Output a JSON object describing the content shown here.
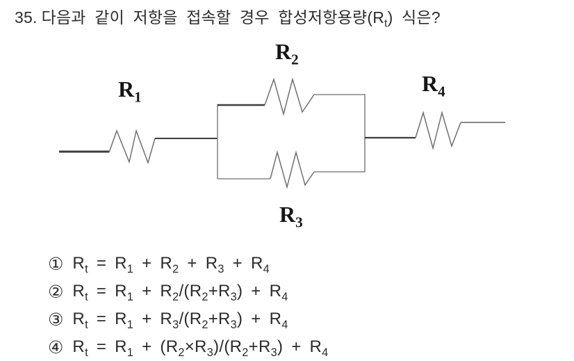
{
  "page": {
    "background": "#ffffff",
    "ink": "#2a2a2a"
  },
  "question": {
    "number": "35.",
    "tokens": [
      {
        "t": "다음과 같이 저항을 접속할 경우 합성저항용량(R"
      },
      {
        "s": "t"
      },
      {
        "t": ") 식은?"
      }
    ]
  },
  "circuit": {
    "stroke_dark": "#3c3c3c",
    "stroke_mid": "#6f6f6f",
    "stroke_light": "#858585",
    "labels": [
      {
        "base": "R",
        "sub": "1"
      },
      {
        "base": "R",
        "sub": "2"
      },
      {
        "base": "R",
        "sub": "3"
      },
      {
        "base": "R",
        "sub": "4"
      }
    ]
  },
  "choices": [
    {
      "marker": "①",
      "tokens": [
        {
          "t": "R"
        },
        {
          "s": "t"
        },
        {
          "t": " = R"
        },
        {
          "s": "1"
        },
        {
          "t": " + R"
        },
        {
          "s": "2"
        },
        {
          "t": " + R"
        },
        {
          "s": "3"
        },
        {
          "t": " + R"
        },
        {
          "s": "4"
        }
      ]
    },
    {
      "marker": "②",
      "tokens": [
        {
          "t": "R"
        },
        {
          "s": "t"
        },
        {
          "t": " = R"
        },
        {
          "s": "1"
        },
        {
          "t": " + R"
        },
        {
          "s": "2"
        },
        {
          "t": "/(R"
        },
        {
          "s": "2"
        },
        {
          "t": "+R"
        },
        {
          "s": "3"
        },
        {
          "t": ") + R"
        },
        {
          "s": "4"
        }
      ]
    },
    {
      "marker": "③",
      "tokens": [
        {
          "t": "R"
        },
        {
          "s": "t"
        },
        {
          "t": " = R"
        },
        {
          "s": "1"
        },
        {
          "t": " + R"
        },
        {
          "s": "3"
        },
        {
          "t": "/(R"
        },
        {
          "s": "2"
        },
        {
          "t": "+R"
        },
        {
          "s": "3"
        },
        {
          "t": ") + R"
        },
        {
          "s": "4"
        }
      ]
    },
    {
      "marker": "④",
      "tokens": [
        {
          "t": "R"
        },
        {
          "s": "t"
        },
        {
          "t": " = R"
        },
        {
          "s": "1"
        },
        {
          "t": " + (R"
        },
        {
          "s": "2"
        },
        {
          "t": "×R"
        },
        {
          "s": "3"
        },
        {
          "t": ")/(R"
        },
        {
          "s": "2"
        },
        {
          "t": "+R"
        },
        {
          "s": "3"
        },
        {
          "t": ") + R"
        },
        {
          "s": "4"
        }
      ]
    }
  ]
}
